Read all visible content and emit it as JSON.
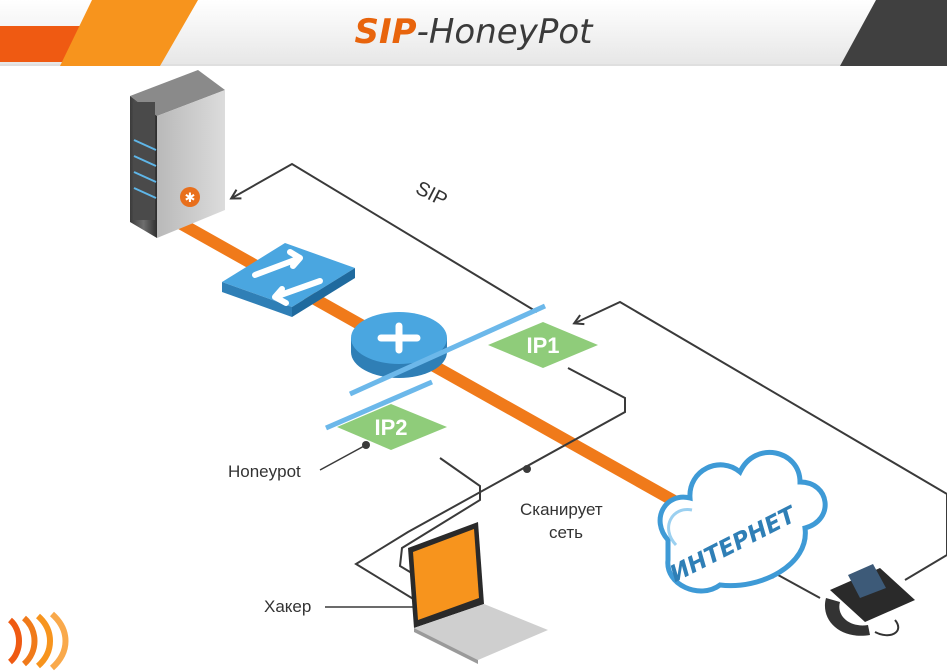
{
  "title": {
    "accent": "SIP",
    "rest": "-HoneyPot"
  },
  "labels": {
    "sip": "SIP",
    "ip1": "IP1",
    "ip2": "IP2",
    "honeypot": "Honeypot",
    "scan_line1": "Сканирует",
    "scan_line2": "сеть",
    "hacker": "Хакер",
    "internet": "ИНТЕРНЕТ"
  },
  "colors": {
    "orange": "#f07a1a",
    "dark": "#3a3a3a",
    "blue": "#4aa6e0",
    "green": "#8fcc7a"
  },
  "icons": [
    "server-icon",
    "switch-icon",
    "router-icon",
    "cloud-icon",
    "laptop-icon",
    "phone-icon",
    "brand-logo-icon"
  ]
}
